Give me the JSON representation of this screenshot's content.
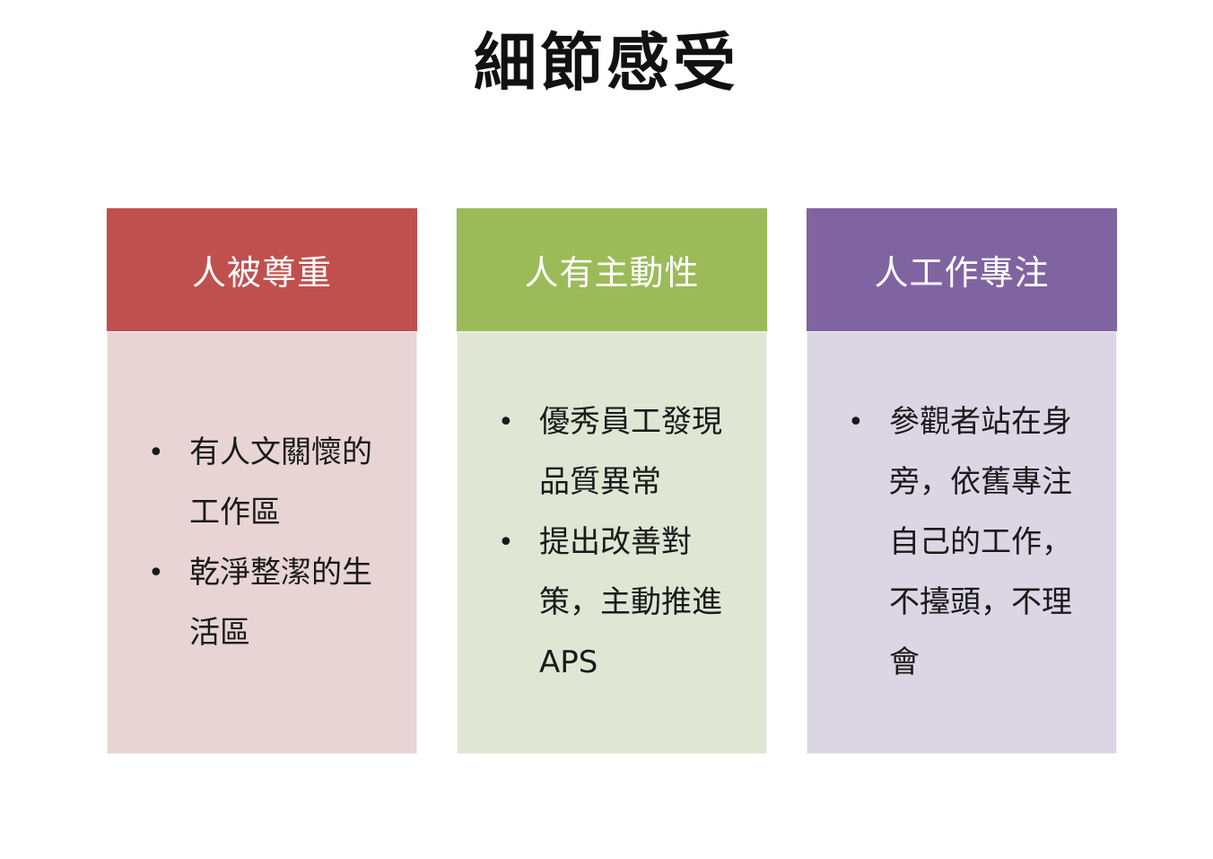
{
  "title": "細節感受",
  "columns": [
    {
      "header": "人被尊重",
      "header_color": "#c0504d",
      "body_color": "#e8d4d4",
      "bullets": [
        "有人文關懷的工作區",
        "乾淨整潔的生活區"
      ]
    },
    {
      "header": "人有主動性",
      "header_color": "#9bbb59",
      "body_color": "#dfe7d4",
      "bullets": [
        "優秀員工發現品質異常",
        "提出改善對策，主動推進APS"
      ]
    },
    {
      "header": "人工作專注",
      "header_color": "#8064a2",
      "body_color": "#dcd6e4",
      "bullets": [
        "參觀者站在身旁，依舊專注自己的工作，不擡頭，不理會"
      ]
    }
  ]
}
